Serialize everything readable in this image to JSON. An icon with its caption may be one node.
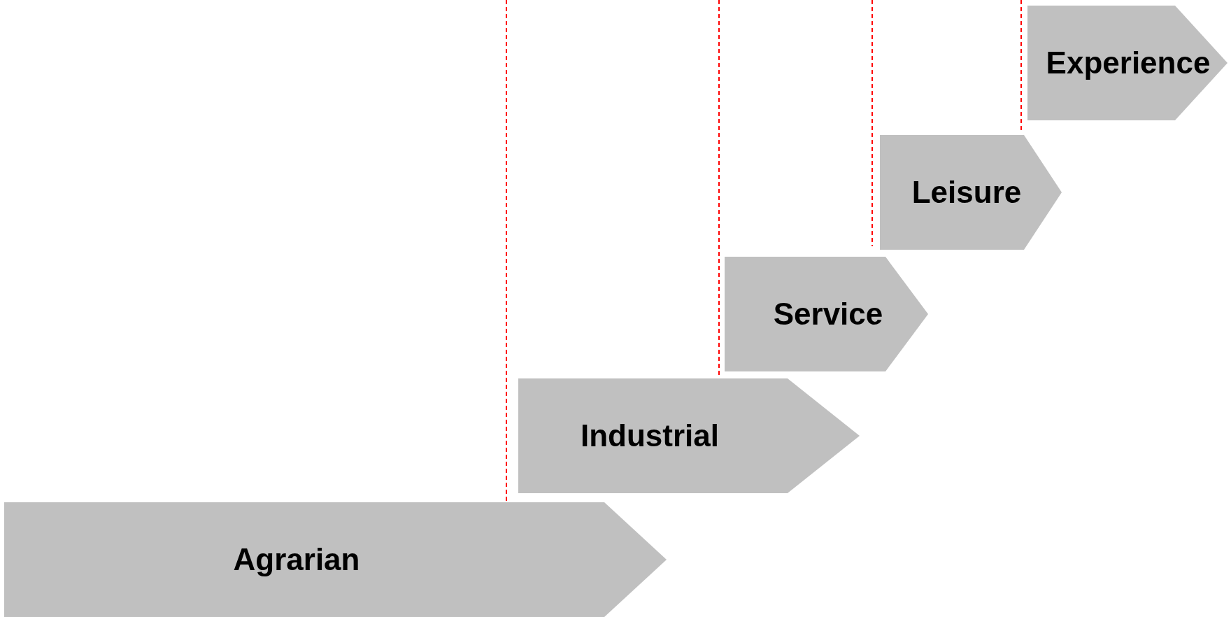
{
  "diagram": {
    "nodes": [
      {
        "text": [
          "Agrarian"
        ]
      },
      {
        "text": [
          "Industrial"
        ]
      },
      {
        "text": [
          "Service"
        ]
      },
      {
        "text": [
          "Leisure"
        ]
      },
      {
        "text": [
          "Experience"
        ]
      }
    ]
  }
}
